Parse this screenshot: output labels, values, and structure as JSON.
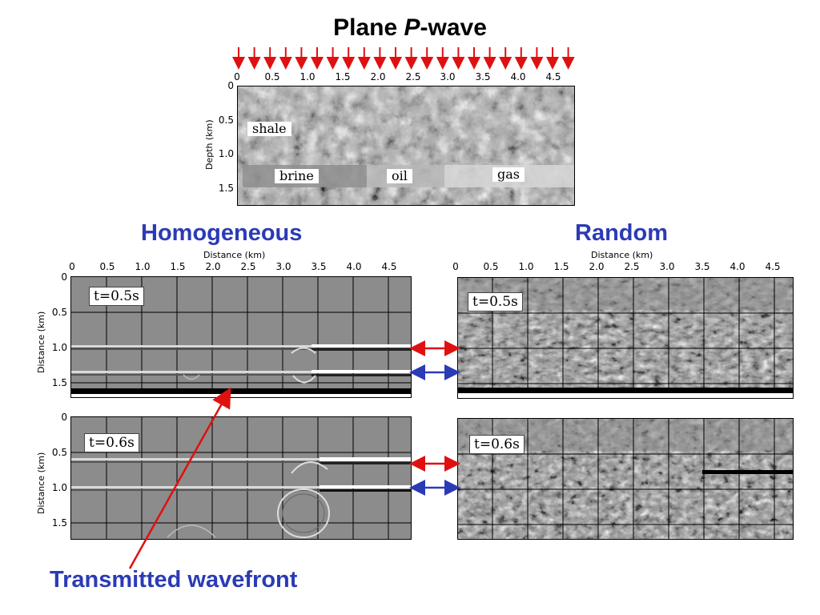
{
  "top": {
    "title_prefix": "Plane ",
    "title_italic": "P",
    "title_suffix": "-wave",
    "x_ticks": [
      "0",
      "0.5",
      "1.0",
      "1.5",
      "2.0",
      "2.5",
      "3.0",
      "3.5",
      "4.0",
      "4.5"
    ],
    "y_ticks": [
      "0",
      "0.5",
      "1.0",
      "1.5"
    ],
    "ylabel": "Depth (km)",
    "labels": {
      "shale": "shale",
      "brine": "brine",
      "oil": "oil",
      "gas": "gas"
    },
    "arrow_color": "#e01010"
  },
  "left": {
    "title": "Homogeneous",
    "xlabel": "Distance (km)",
    "x_ticks": [
      "0",
      "0.5",
      "1.0",
      "1.5",
      "2.0",
      "2.5",
      "3.0",
      "3.5",
      "4.0",
      "4.5"
    ],
    "y_ticks": [
      "0",
      "0.5",
      "1.0",
      "1.5"
    ],
    "ylabel": "Distance (km)",
    "panel1_time": "t=0.5s",
    "panel2_time": "t=0.6s"
  },
  "right": {
    "title": "Random",
    "xlabel": "Distance (km)",
    "x_ticks": [
      "0",
      "0.5",
      "1.0",
      "1.5",
      "2.0",
      "2.5",
      "3.0",
      "3.5",
      "4.0",
      "4.5"
    ],
    "panel1_time": "t=0.5s",
    "panel2_time": "t=0.6s"
  },
  "annotation": {
    "caption": "Transmitted wavefront",
    "caption_color": "#2b3bb5",
    "pointer_color": "#e01010",
    "red_arrow_color": "#e01010",
    "blue_arrow_color": "#2b3bb5"
  }
}
